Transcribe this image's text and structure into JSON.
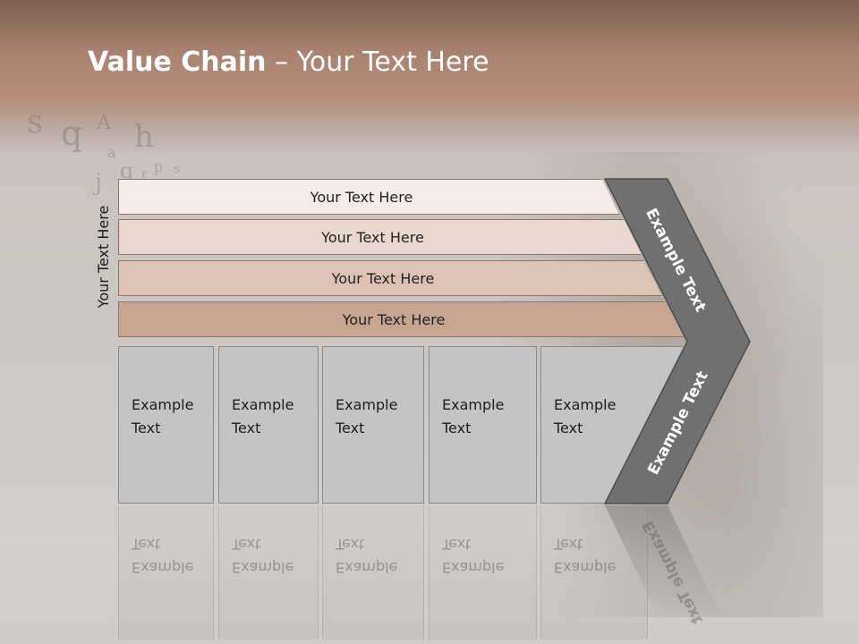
{
  "slide": {
    "title_bold": "Value Chain",
    "title_rest": " – Your Text Here",
    "vertical_label": "Your Text Here"
  },
  "rows": [
    {
      "label": "Your Text Here",
      "color": "#f4ecea"
    },
    {
      "label": "Your Text Here",
      "color": "#e9d8d0"
    },
    {
      "label": "Your Text Here",
      "color": "#dcc3b6"
    },
    {
      "label": "Your Text Here",
      "color": "#c8a591"
    }
  ],
  "cells": [
    {
      "line1": "Example",
      "line2": "Text"
    },
    {
      "line1": "Example",
      "line2": "Text"
    },
    {
      "line1": "Example",
      "line2": "Text"
    },
    {
      "line1": "Example",
      "line2": "Text"
    },
    {
      "line1": "Example",
      "line2": "Text"
    }
  ],
  "chevron": {
    "upper_label": "Example Text",
    "lower_label": "Example Text",
    "color": "#707070"
  },
  "background_letters": [
    "S",
    "q",
    "A",
    "h",
    "a",
    "j",
    "g",
    "r",
    "p",
    "s"
  ]
}
